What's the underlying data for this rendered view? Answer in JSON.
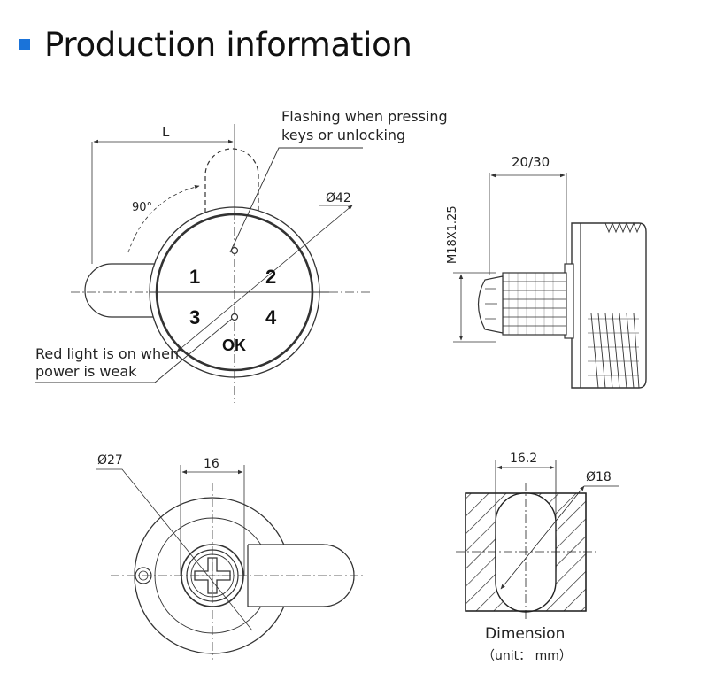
{
  "header": {
    "title": "Production information"
  },
  "colors": {
    "accent": "#1a73d9",
    "line": "#333333"
  },
  "front_view": {
    "dim_length": "L",
    "dim_angle": "90°",
    "dim_diameter": "Ø42",
    "callout_flashing_line1": "Flashing when pressing",
    "callout_flashing_line2": "keys or unlocking",
    "callout_red_line1": "Red light is on when",
    "callout_red_line2": "power is weak",
    "keys": [
      "1",
      "2",
      "3",
      "4"
    ],
    "ok_key": "OK"
  },
  "side_view": {
    "dim_length": "20/30",
    "dim_thread": "M18X1.25"
  },
  "back_view": {
    "dim_diameter": "Ø27",
    "dim_width": "16"
  },
  "dimension_view": {
    "dim_width": "16.2",
    "dim_diameter": "Ø18",
    "caption": "Dimension",
    "unit": "（unit： mm）"
  }
}
